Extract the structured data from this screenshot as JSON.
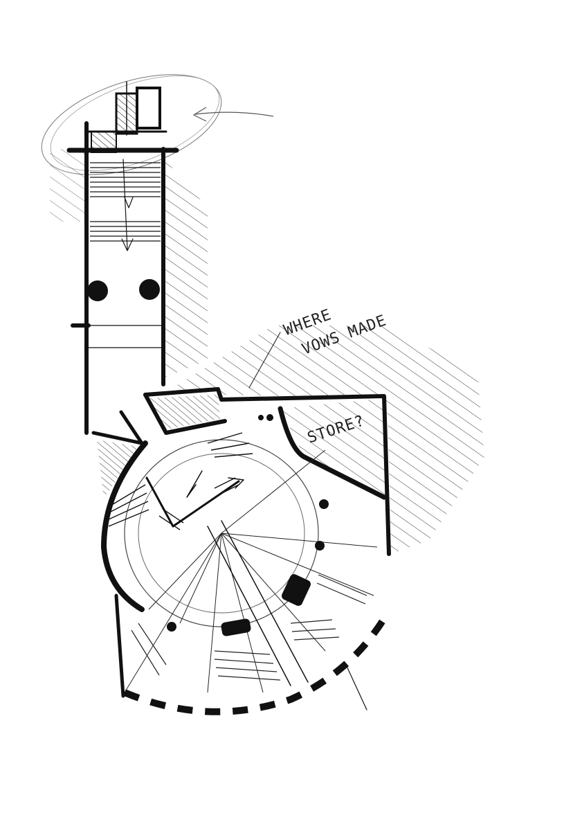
{
  "annotations": {
    "note_line1": "WHERE",
    "note_line2": "VOWS MADE",
    "store_label": "STORE?"
  },
  "colors": {
    "ink": "#111111",
    "paper": "#ffffff",
    "pencil": "#666666"
  }
}
